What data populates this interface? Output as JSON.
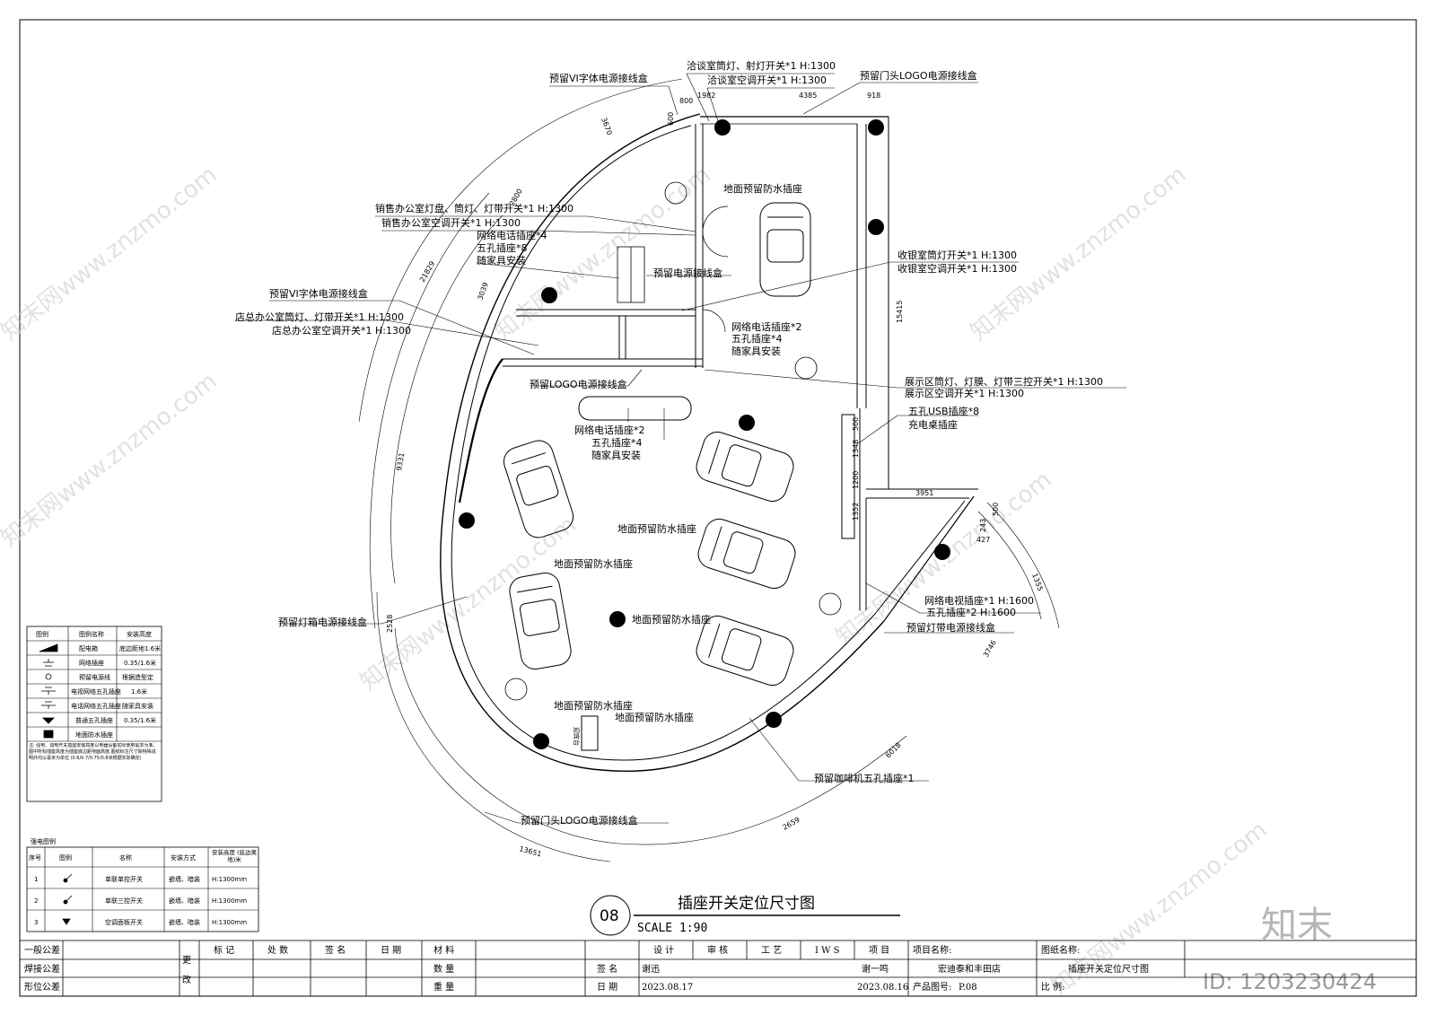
{
  "drawing": {
    "number": "08",
    "title": "插座开关定位尺寸图",
    "scale": "SCALE 1:90"
  },
  "labels": {
    "l01": "预留VI字体电源接线盒",
    "l02": "洽谈室筒灯、射灯开关*1 H:1300",
    "l03": "洽谈室空调开关*1 H:1300",
    "l04": "预留门头LOGO电源接线盒",
    "l05": "地面预留防水插座",
    "l06": "销售办公室灯盘、筒灯、灯带开关*1 H:1300",
    "l07": "销售办公室空调开关*1 H:1300",
    "l08": "网络电话插座*4",
    "l09": "五孔插座*8",
    "l10": "随家具安装",
    "l11": "预留电源接线盒",
    "l12": "收银室筒灯开关*1 H:1300",
    "l13": "收银室空调开关*1 H:1300",
    "l14": "预留VI字体电源接线盒",
    "l15": "店总办公室筒灯、灯带开关*1 H:1300",
    "l16": "店总办公室空调开关*1 H:1300",
    "l17": "网络电话插座*2",
    "l18": "五孔插座*4",
    "l19": "随家具安装",
    "l20": "预留LOGO电源接线盒",
    "l21": "展示区筒灯、灯膜、灯带三控开关*1 H:1300",
    "l22": "展示区空调开关*1 H:1300",
    "l23": "五孔USB插座*8",
    "l24": "充电桌插座",
    "l25": "网络电话插座*2",
    "l26": "五孔插座*4",
    "l27": "随家具安装",
    "l28": "地面预留防水插座",
    "l29": "地面预留防水插座",
    "l30": "地面预留防水插座",
    "l31": "网络电视插座*1 H:1600",
    "l32": "五孔插座*2 H:1600",
    "l33": "预留灯带电源接线盒",
    "l34": "预留灯箱电源接线盒",
    "l35": "地面预留防水插座",
    "l36": "地面预留防水插座",
    "l37": "预留咖啡机五孔插座*1",
    "l38": "预留门头LOGO电源接线盒",
    "l39": "迎宾台"
  },
  "dimensions": {
    "d1": "1982",
    "d2": "4385",
    "d3": "918",
    "d4": "800",
    "d5": "600",
    "d6": "3670",
    "d7": "2800",
    "d8": "21829",
    "d9": "3039",
    "d10": "15415",
    "d11": "9331",
    "d12": "500",
    "d13": "1348",
    "d14": "1200",
    "d15": "1352",
    "d16": "3951",
    "d17": "500",
    "d18": "243",
    "d19": "427",
    "d20": "1355",
    "d21": "3746",
    "d22": "6018",
    "d23": "2659",
    "d24": "13651",
    "d25": "2528"
  },
  "legend1": {
    "headers": [
      "图例",
      "图例名称",
      "安装高度"
    ],
    "rows": [
      [
        "配电箱",
        "底边距地1.6米"
      ],
      [
        "网络插座",
        "0.35/1.6米"
      ],
      [
        "预留电源线",
        "根据造型定"
      ],
      [
        "电视网络五孔插座",
        "1.6米"
      ],
      [
        "电话网络五孔插座",
        "随家具安装"
      ],
      [
        "普通五孔插座",
        "0.35/1.6米"
      ],
      [
        "地面防水插座",
        ""
      ]
    ],
    "note": "注: 强电、弱电开关插座安装高度以电器设备实际使用需求为准。图中所标插座高度为插座底边距地面高度,图纸标注尺寸除特殊说明外均以毫米为单位 (0.6/0.7/0.75/0.8米根据实际确定)"
  },
  "legend2": {
    "title": "强电图例",
    "headers": [
      "序号",
      "图例",
      "名称",
      "安装方式",
      "安装高度 (底边离地)米"
    ],
    "rows": [
      [
        "1",
        "单联单控开关",
        "嵌墙、暗装",
        "H:1300mm"
      ],
      [
        "2",
        "单联三控开关",
        "嵌墙、暗装",
        "H:1300mm"
      ],
      [
        "3",
        "空调面板开关",
        "嵌墙、暗装",
        "H:1300mm"
      ]
    ]
  },
  "titleblock": {
    "left_rows": [
      "一般公差",
      "焊接公差",
      "形位公差"
    ],
    "change": "更改",
    "head": [
      "标 记",
      "处 数",
      "签 名",
      "日 期"
    ],
    "mat": [
      "材 料",
      "数 量",
      "重 量"
    ],
    "design": "设 计",
    "review": "审 核",
    "craft": "工 艺",
    "iws": "I W S",
    "sign": "签 名",
    "date": "日 期",
    "designer": "谢迅",
    "design_date": "2023.08.17",
    "item": "项 目",
    "item_person": "谢一鸣",
    "item_date": "2023.08.16",
    "product_no_label": "产品图号:",
    "product_no": "P.08",
    "project_label": "项目名称:",
    "project": "宏迪泰和丰田店",
    "drawing_label": "图纸名称:",
    "drawing_name": "插座开关定位尺寸图",
    "ratio": "比 例:"
  },
  "watermark": {
    "site": "知末网www.znzmo.com",
    "brand": "知末",
    "id": "ID: 1203230424"
  }
}
